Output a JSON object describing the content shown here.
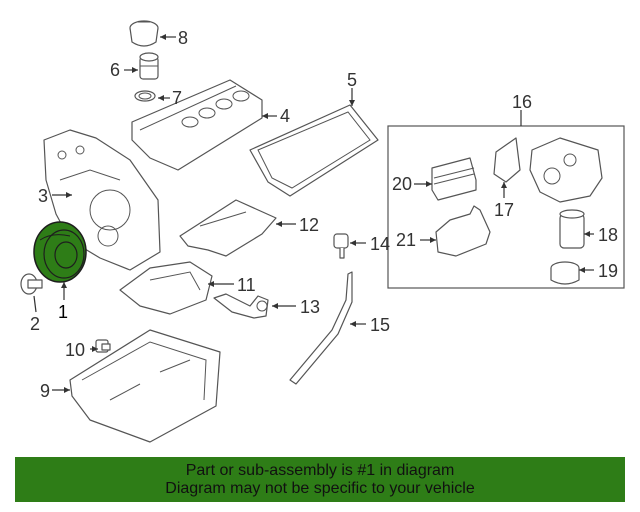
{
  "diagram": {
    "highlight_color": "#2e7d17",
    "callouts": [
      "1",
      "2",
      "3",
      "4",
      "5",
      "6",
      "7",
      "8",
      "9",
      "10",
      "11",
      "12",
      "13",
      "14",
      "15",
      "16",
      "17",
      "18",
      "19",
      "20",
      "21"
    ]
  },
  "banner": {
    "line1": "Part or sub-assembly is #1 in diagram",
    "line2": "Diagram may not be specific to your vehicle",
    "bg_color": "#2e7d17"
  }
}
